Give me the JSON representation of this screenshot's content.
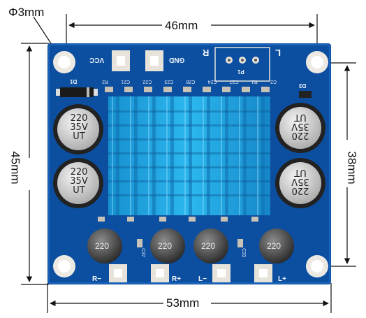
{
  "dimensions": {
    "hole": "Φ3mm",
    "top_width": "46mm",
    "bottom_width": "53mm",
    "left_height": "45mm",
    "right_height": "38mm"
  },
  "board": {
    "colors": {
      "pcb": "#0c4fa0",
      "heatsink": "#1ea8e6",
      "pad": "#e7e3da"
    },
    "pads": {
      "vcc": "VCC",
      "gnd": "GND",
      "r_minus": "R−",
      "r_plus": "R+",
      "l_minus": "L−",
      "l_plus": "L+"
    },
    "header": {
      "r": "R",
      "l": "L",
      "p1": "P1"
    },
    "diode": "D1",
    "diode_right": "D3",
    "silkscreen_top": [
      "C2",
      "R1",
      "C27",
      "C24",
      "C28",
      "C23",
      "C22",
      "C21",
      "R2"
    ],
    "capacitors": {
      "left_top": [
        "220",
        "35V",
        "UT"
      ],
      "left_bottom": [
        "220",
        "35V",
        "UT"
      ],
      "right_top": [
        "220",
        "35V",
        "UT"
      ],
      "right_bottom": [
        "220",
        "35V",
        "UT"
      ]
    },
    "inductors": [
      "220",
      "220",
      "220",
      "220"
    ],
    "bottom_silk": [
      "C37",
      "C33"
    ]
  }
}
